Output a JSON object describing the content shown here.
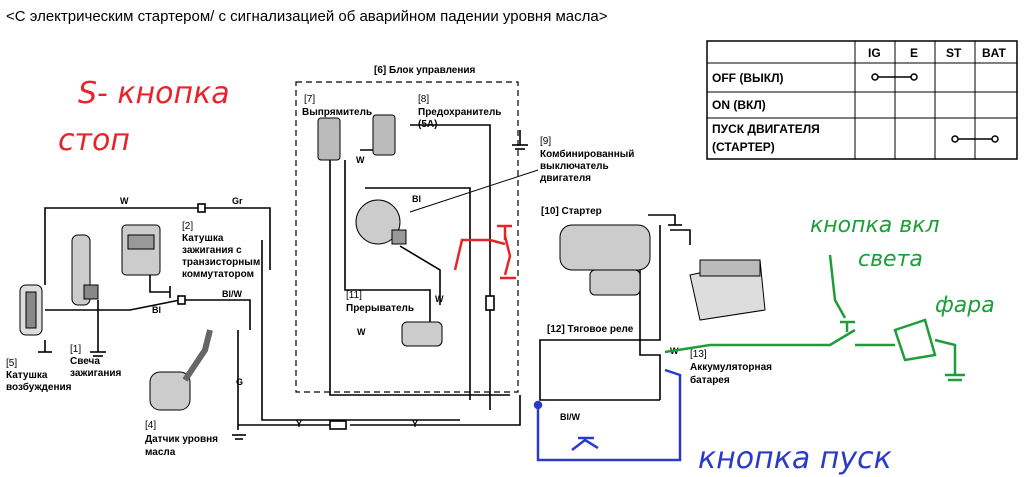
{
  "title": "<С электрическим стартером/ с сигнализацией об аварийном падении уровня масла>",
  "switch_table": {
    "columns": [
      "IG",
      "E",
      "ST",
      "BAT"
    ],
    "rows": [
      {
        "label": "OFF (ВЫКЛ)"
      },
      {
        "label": "ON (ВКЛ)"
      },
      {
        "label_line1": "ПУСК ДВИГАТЕЛЯ",
        "label_line2": "(СТАРТЕР)"
      }
    ]
  },
  "components": {
    "c1": {
      "num": "[1]",
      "name1": "Свеча",
      "name2": "зажигания"
    },
    "c2": {
      "num": "[2]",
      "name1": "Катушка",
      "name2": "зажигания с",
      "name3": "транзисторным",
      "name4": "коммутатором"
    },
    "c4": {
      "num": "[4]",
      "name1": "Датчик уровня",
      "name2": "масла"
    },
    "c5": {
      "num": "[5]",
      "name1": "Катушка",
      "name2": "возбуждения"
    },
    "c6": {
      "label": "[6] Блок управления"
    },
    "c7": {
      "num": "[7]",
      "name1": "Выпрямитель"
    },
    "c8": {
      "num": "[8]",
      "name1": "Предохранитель",
      "name2": "(5A)"
    },
    "c9": {
      "num": "[9]",
      "name1": "Комбинированный",
      "name2": "выключатель",
      "name3": "двигателя"
    },
    "c10": {
      "label": "[10] Стартер"
    },
    "c11": {
      "num": "[11]",
      "name1": "Прерыватель"
    },
    "c12": {
      "label": "[12] Тяговое реле"
    },
    "c13": {
      "num": "[13]",
      "name1": "Аккумуляторная",
      "name2": "батарея"
    }
  },
  "wire_labels": {
    "w_top": "W",
    "gr": "Gr",
    "bl_left": "Bl",
    "blw_coil": "Bl/W",
    "w_rect": "W",
    "bl_switch": "Bl",
    "w_switch": "W",
    "w_breaker": "W",
    "g": "G",
    "y1": "Y",
    "y2": "Y",
    "blw_bottom": "Bl/W",
    "w_battery": "W"
  },
  "annotations": {
    "red_line1": "S- кнопка",
    "red_line2": "стоп",
    "green_line1": "кнопка вкл",
    "green_line2": "света",
    "green_lamp": "фара",
    "blue": "кнопка пуск"
  },
  "colors": {
    "wire": "#000000",
    "annotation_red": "#e8242b",
    "annotation_green": "#1e9e3a",
    "annotation_blue": "#2b3bc8"
  }
}
